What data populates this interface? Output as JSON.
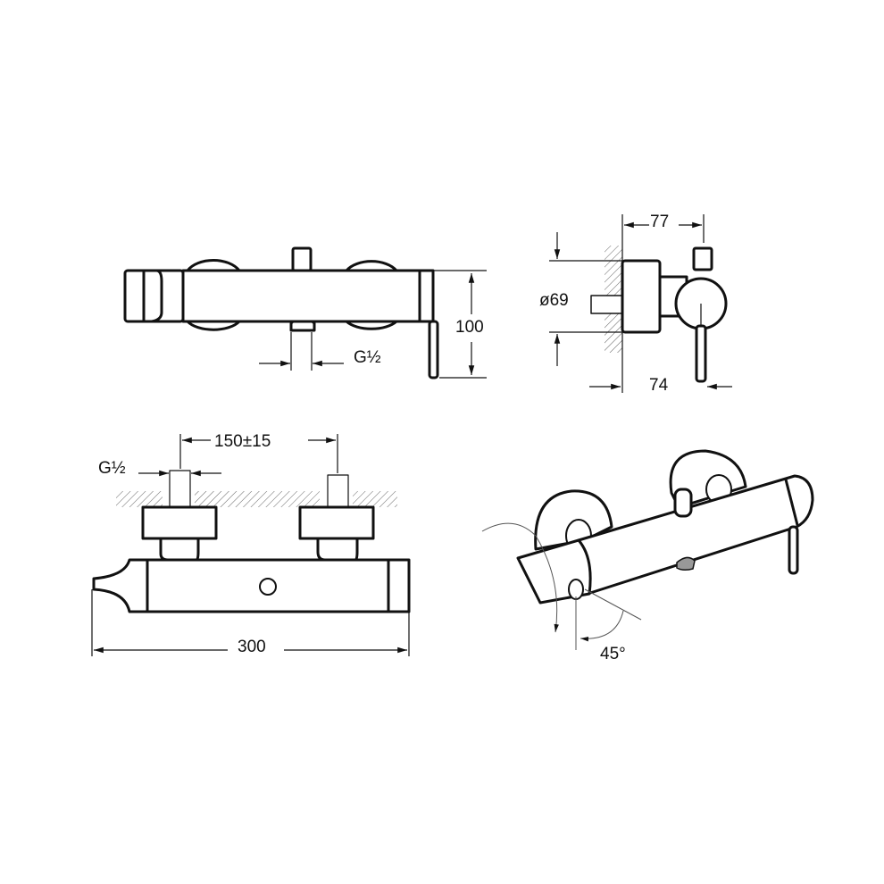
{
  "drawing": {
    "top_view": {
      "height_dim": "100",
      "outlet_thread": "G½"
    },
    "side_view": {
      "depth_dim": "77",
      "rosette_diameter": "ø69",
      "lever_dim": "74"
    },
    "front_view": {
      "inlet_spacing": "150±15",
      "inlet_thread": "G½",
      "length_dim": "300"
    },
    "iso_view": {
      "rotation_angle": "45°"
    }
  }
}
